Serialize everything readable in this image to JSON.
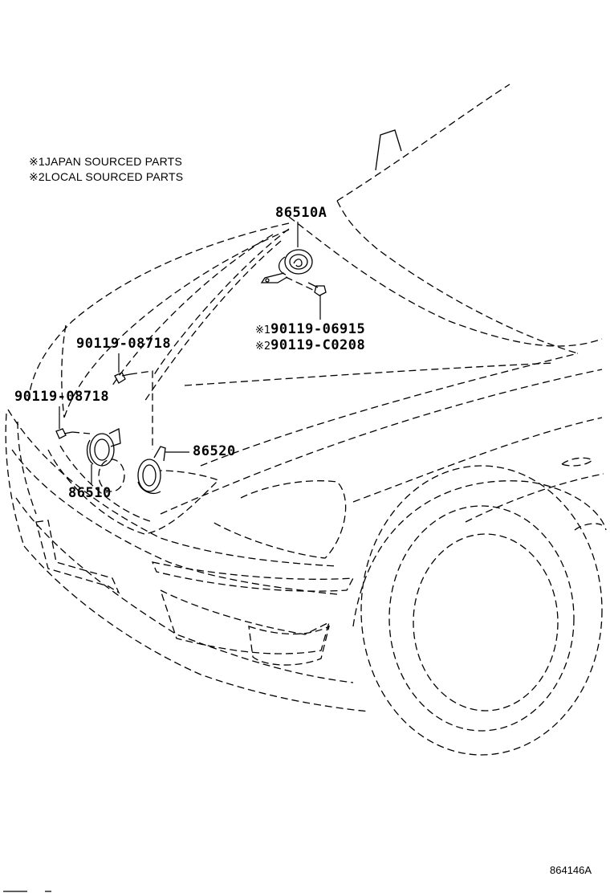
{
  "notes": [
    {
      "mark": "※1",
      "text": "JAPAN SOURCED PARTS"
    },
    {
      "mark": "※2",
      "text": "LOCAL SOURCED PARTS"
    }
  ],
  "labels": {
    "horn_high": "86510A",
    "bolt_japan_mark": "※1",
    "bolt_japan": "90119-06915",
    "bolt_local_mark": "※2",
    "bolt_local": "90119-C0208",
    "bolt_upper": "90119-08718",
    "bolt_left": "90119-08718",
    "horn_low_right": "86520",
    "horn_low_left": "86510"
  },
  "figure_ref": "864146A"
}
